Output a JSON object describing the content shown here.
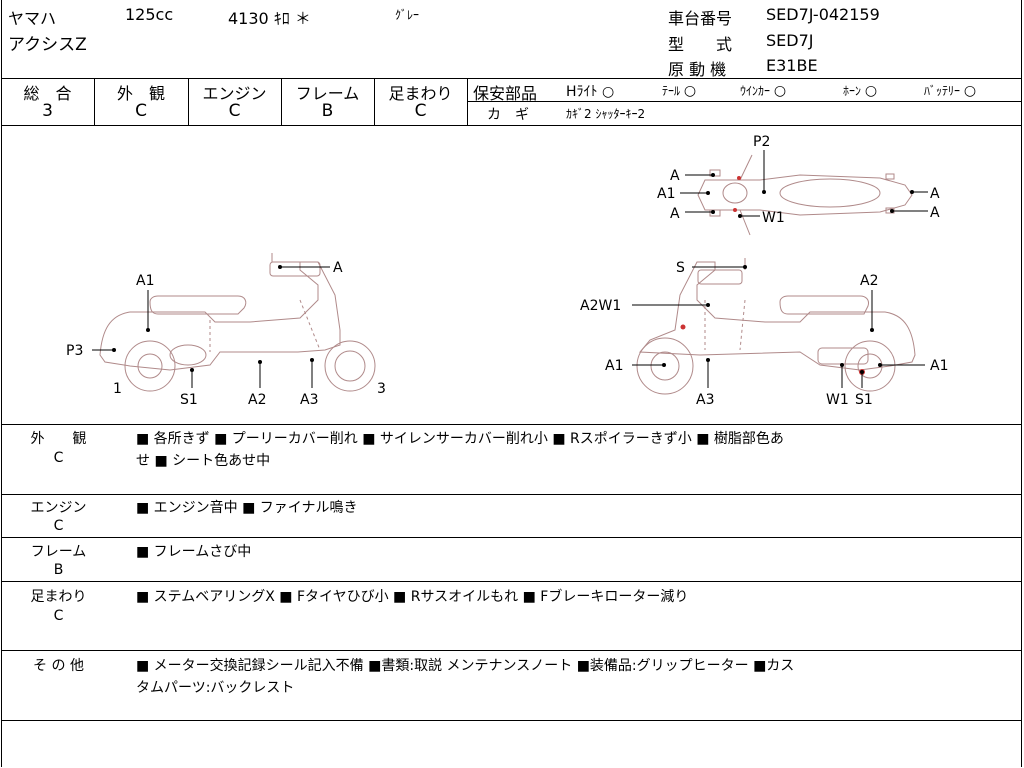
{
  "header": {
    "maker": "ヤマハ",
    "cc": "125cc",
    "mileage": "4130 ｷﾛ ＊",
    "color": "ｸﾞﾚｰ",
    "model_name": "アクシスZ",
    "chassis_label": "車台番号",
    "chassis_value": "SED7J-042159",
    "type_label": "型　　式",
    "type_value": "SED7J",
    "engine_label": "原 動 機",
    "engine_value": "E31BE"
  },
  "grades": [
    {
      "label": "総　合",
      "value": "3"
    },
    {
      "label": "外　観",
      "value": "C"
    },
    {
      "label": "エンジン",
      "value": "C"
    },
    {
      "label": "フレーム",
      "value": "B"
    },
    {
      "label": "足まわり",
      "value": "C"
    }
  ],
  "safety": {
    "label": "保安部品",
    "items": [
      {
        "name": "Hﾗｲﾄ",
        "mark": "○"
      },
      {
        "name": "ﾃｰﾙ",
        "mark": "○"
      },
      {
        "name": "ｳｲﾝｶｰ",
        "mark": "○"
      },
      {
        "name": "ﾎｰﾝ",
        "mark": "○"
      },
      {
        "name": "ﾊﾞｯﾃﾘｰ",
        "mark": "○"
      }
    ],
    "key_label": "カ　ギ",
    "key_value": "ｶｷﾞ2 ｼｬｯﾀｰｷｰ2"
  },
  "diagram": {
    "top_labels": {
      "p2": "P2",
      "a_tl": "A",
      "a1": "A1",
      "a_bl": "A",
      "w1": "W1",
      "a_tr": "A",
      "a_br": "A"
    },
    "left_labels": {
      "a1": "A1",
      "a": "A",
      "p3": "P3",
      "n1": "1",
      "s1": "S1",
      "a2": "A2",
      "a3": "A3",
      "n3": "3"
    },
    "right_labels": {
      "s": "S",
      "a2": "A2",
      "a2w1": "A2W1",
      "a1_front": "A1",
      "a3": "A3",
      "w1": "W1",
      "s1": "S1",
      "a1_rear": "A1"
    }
  },
  "sections": [
    {
      "label": "外　　観",
      "grade": "C",
      "line1": "■ 各所きず ■ プーリーカバー削れ ■ サイレンサーカバー削れ小 ■ Rスポイラーきず小 ■ 樹脂部色あ",
      "line2": "せ ■ シート色あせ中"
    },
    {
      "label": "エンジン",
      "grade": "C",
      "line1": "■ エンジン音中 ■ ファイナル鳴き",
      "line2": ""
    },
    {
      "label": "フレーム",
      "grade": "B",
      "line1": "■ フレームさび中",
      "line2": ""
    },
    {
      "label": "足まわり",
      "grade": "C",
      "line1": "■ ステムベアリングX ■ Fタイヤひび小 ■ Rサスオイルもれ ■ Fブレーキローター減り",
      "line2": ""
    },
    {
      "label": "そ の 他",
      "grade": "",
      "line1": "■ メーター交換記録シール記入不備 ■書類:取説 メンテナンスノート ■装備品:グリップヒーター ■カス",
      "line2": "タムパーツ:バックレスト"
    }
  ]
}
